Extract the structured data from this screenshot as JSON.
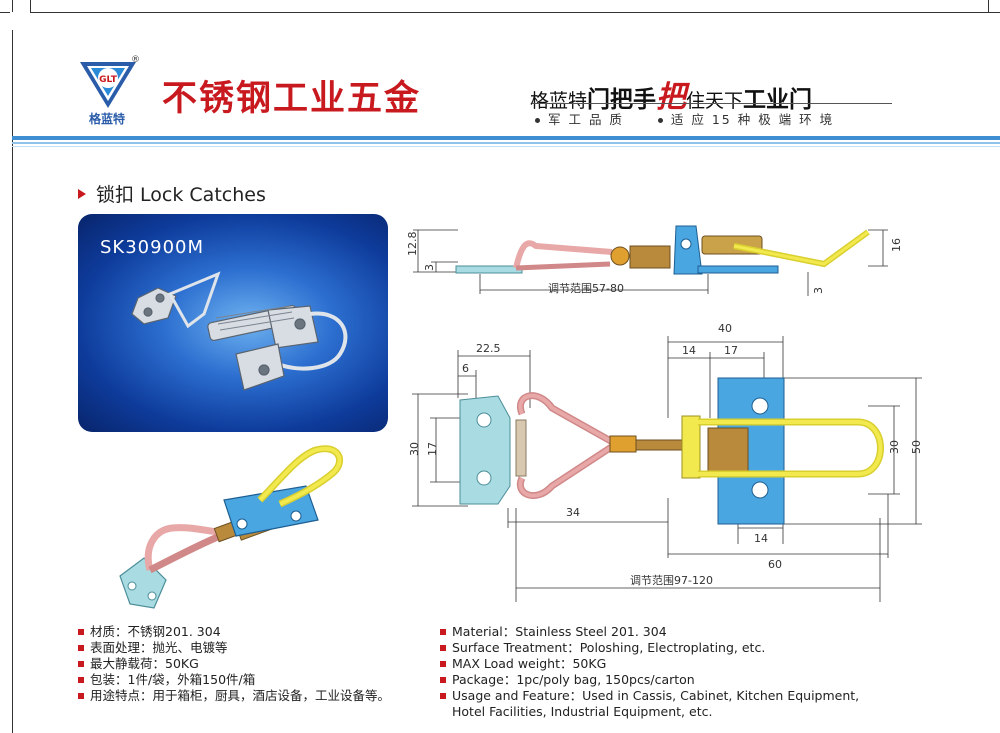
{
  "brand": {
    "name": "格蓝特",
    "registered_mark": "®",
    "logo_letters": "GLT",
    "title": "不锈钢工业五金"
  },
  "slogan": {
    "part1": "格蓝特",
    "part2": "门把手",
    "part3": "把",
    "part4": "住天下",
    "part5": "工业门",
    "sub1": "军 工 品 质",
    "sub2": "适 应 15 种 极 端 环 境"
  },
  "section": {
    "title": "锁扣 Lock Catches"
  },
  "product": {
    "model": "SK30900M"
  },
  "drawing": {
    "side_view": {
      "height_total": "12.8",
      "plate_thickness": "3",
      "adjust_label": "调节范围57-80",
      "right_height": "16",
      "right_thickness": "3"
    },
    "top_view": {
      "dim_40": "40",
      "dim_14_top": "14",
      "dim_17_top": "17",
      "dim_22_5": "22.5",
      "dim_6": "6",
      "dim_30_left": "30",
      "dim_17_left": "17",
      "dim_34": "34",
      "dim_30_right": "30",
      "dim_50": "50",
      "dim_14_bottom": "14",
      "dim_60": "60",
      "adjust_label": "调节范围97-120"
    }
  },
  "specs_cn": [
    "材质：不锈钢201. 304",
    "表面处理：抛光、电镀等",
    "最大静载荷：50KG",
    "包装：1件/袋，外箱150件/箱",
    "用途特点：用于箱柜，厨具，酒店设备，工业设备等。"
  ],
  "specs_en": [
    "Material：Stainless Steel 201. 304",
    "Surface Treatment：Poloshing, Electroplating, etc.",
    "MAX Load weight：50KG",
    "Package：1pc/poly bag,  150pcs/carton",
    "Usage and Feature：Used in Cassis, Cabinet, Kitchen Equipment,"
  ],
  "specs_en_cont": "Hotel Facilities, Industrial Equipment, etc.",
  "colors": {
    "brand_red": "#c8191f",
    "brand_blue": "#2a5caa",
    "band_blue": "#3f8ed3",
    "part_yellow": "#f2e94e",
    "part_pink": "#e8a8a8",
    "part_blue": "#4aa6e0",
    "part_bronze": "#b98a3c",
    "part_teal": "#a9dbe2"
  }
}
